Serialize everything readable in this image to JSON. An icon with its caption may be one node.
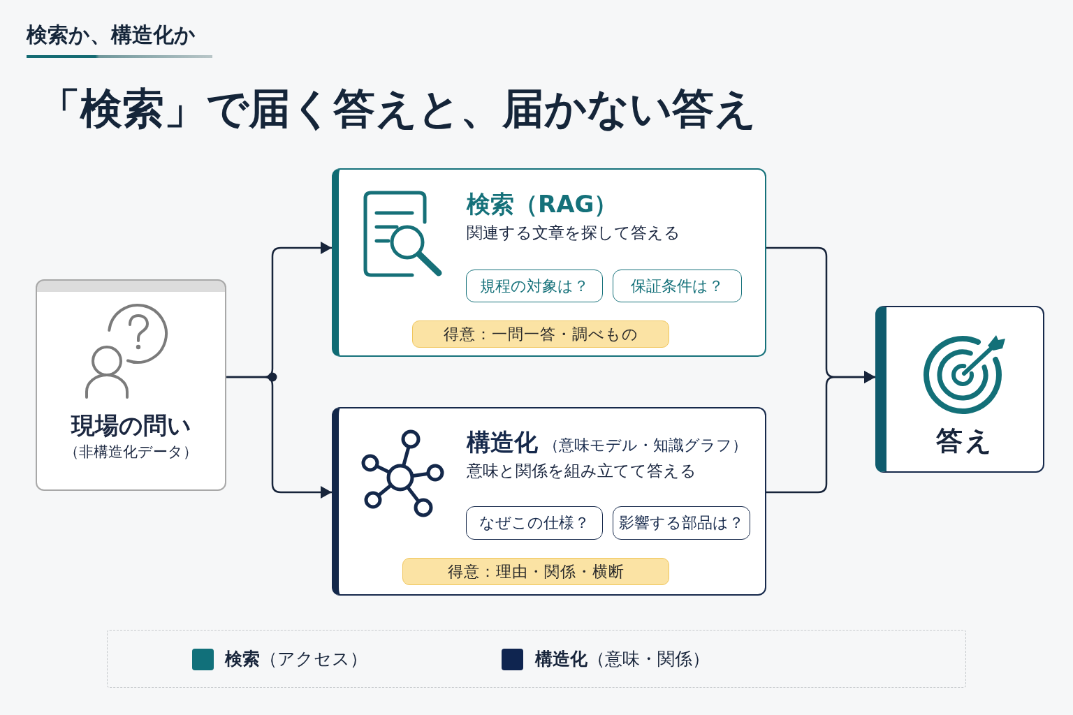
{
  "diagram": {
    "title": "「検索」で届く答えと、届かない答え",
    "nodes": [
      {
        "text": [
          "現場の問い",
          "（非構造化データ）"
        ]
      },
      {
        "text": [
          "検索（RAG）",
          "関連する文章を探して答える"
        ]
      },
      {
        "text": [
          "規程の対象は？"
        ],
        "in": 1
      },
      {
        "text": [
          "保証条件は？"
        ],
        "in": 1
      },
      {
        "text": [
          "得意：一問一答・調べもの"
        ],
        "in": 1
      },
      {
        "text": [
          "構造化",
          "（意味モデル・知識グラフ）",
          "意味と関係を組み立てて答える"
        ]
      },
      {
        "text": [
          "なぜこの仕様？"
        ],
        "in": 5
      },
      {
        "text": [
          "影響する部品は？"
        ],
        "in": 5
      },
      {
        "text": [
          "得意：理由・関係・横断"
        ],
        "in": 5
      },
      {
        "text": [
          "答え"
        ]
      }
    ],
    "edges": [
      {
        "from": 0,
        "to": 1,
        "arrow": "to"
      },
      {
        "from": 0,
        "to": 5,
        "arrow": "to"
      },
      {
        "from": 1,
        "to": 9,
        "arrow": "to"
      },
      {
        "from": 5,
        "to": 9,
        "arrow": "to"
      }
    ],
    "labels": [
      "検索か、構造化か"
    ],
    "legend": [
      {
        "text": "**検索**（アクセス）",
        "color": "#11707a"
      },
      {
        "text": "**構造化**（意味・関係）",
        "color": "#0f2550"
      }
    ]
  }
}
